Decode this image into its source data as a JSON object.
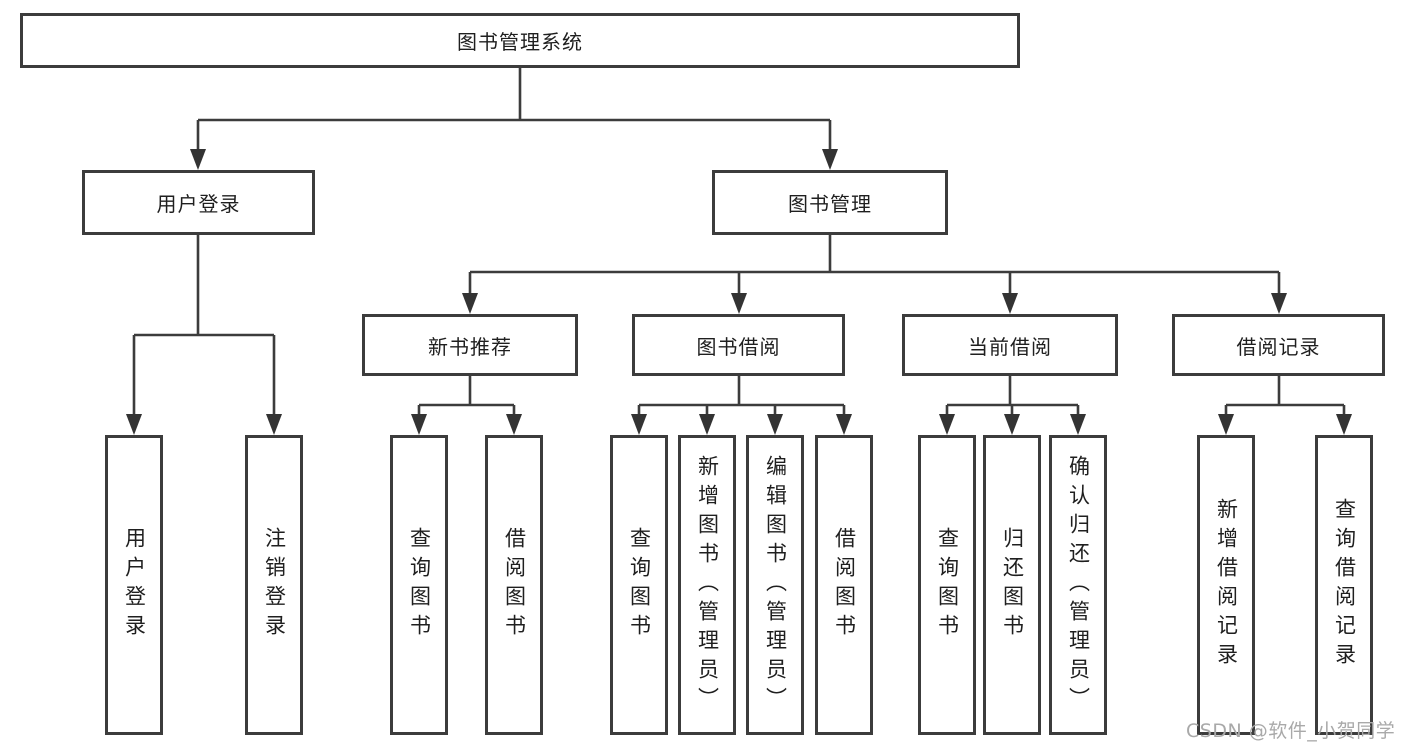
{
  "nodes": {
    "root": "图书管理系统",
    "user_login": "用户登录",
    "book_management": "图书管理",
    "new_book_recommend": "新书推荐",
    "book_borrow": "图书借阅",
    "current_borrow": "当前借阅",
    "borrow_record": "借阅记录",
    "leaf_user_login": "用户登录",
    "leaf_logout_login": "注销登录",
    "leaf_rec_query_book": "查询图书",
    "leaf_rec_borrow_book": "借阅图书",
    "leaf_bb_query_book": "查询图书",
    "leaf_bb_add_book": "新增图书（管理员）",
    "leaf_bb_edit_book": "编辑图书（管理员）",
    "leaf_bb_borrow_book": "借阅图书",
    "leaf_cb_query_book": "查询图书",
    "leaf_cb_return_book": "归还图书",
    "leaf_cb_confirm_return": "确认归还（管理员）",
    "leaf_br_add_record": "新增借阅记录",
    "leaf_br_query_record": "查询借阅记录"
  },
  "watermark": "CSDN @软件_小贺同学",
  "colors": {
    "line": "#3c3c3c",
    "box_border": "#3c3c3c",
    "box_fill": "#ffffff",
    "text": "#1f1f1f",
    "watermark": "#a9a9a9"
  }
}
